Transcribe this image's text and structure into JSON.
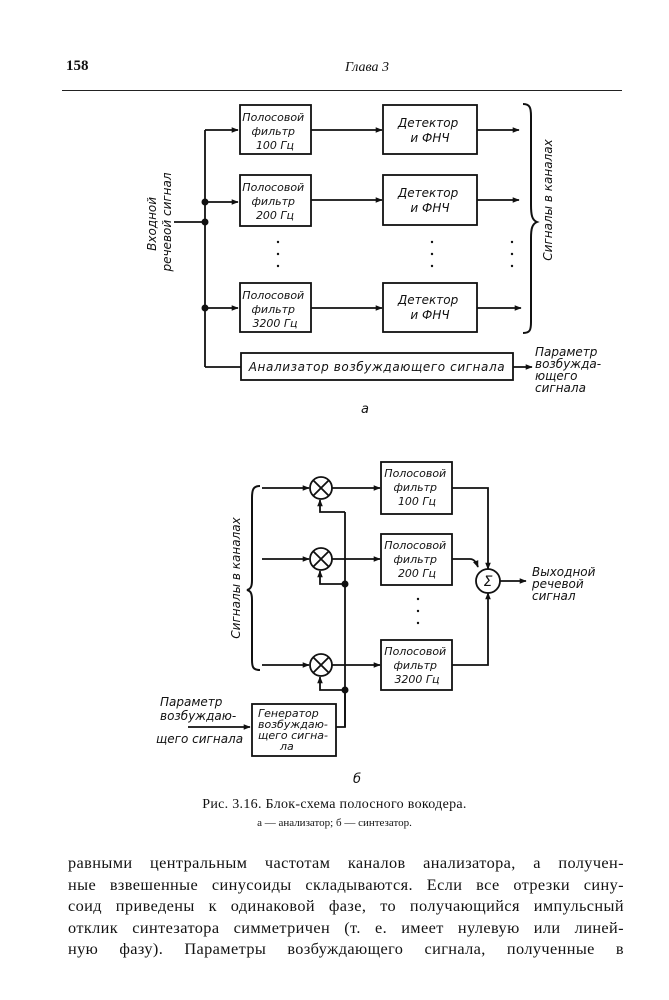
{
  "page_header": {
    "page_number": "158",
    "chapter": "Глава 3"
  },
  "diagram_a": {
    "sublabel": "а",
    "input_label": [
      "Входной",
      "речевой сигнал"
    ],
    "bandpass_filters": [
      {
        "lines": [
          "Полосовой",
          "фильтр",
          "100 Гц"
        ]
      },
      {
        "lines": [
          "Полосовой",
          "фильтр",
          "200 Гц"
        ]
      },
      {
        "lines": [
          "Полосовой",
          "фильтр",
          "3200 Гц"
        ]
      }
    ],
    "detectors": [
      {
        "lines": [
          "Детектор",
          "и ФНЧ"
        ]
      },
      {
        "lines": [
          "Детектор",
          "и ФНЧ"
        ]
      },
      {
        "lines": [
          "Детектор",
          "и ФНЧ"
        ]
      }
    ],
    "excitation_analyzer": "Анализатор возбуждающего сигнала",
    "output_param_label": [
      "Параметр",
      "возбужда-",
      "ющего",
      "сигнала"
    ],
    "channel_signals_label": "Сигналы в каналах"
  },
  "diagram_b": {
    "sublabel": "б",
    "channel_signals_label": "Сигналы в каналах",
    "bandpass_filters": [
      {
        "lines": [
          "Полосовой",
          "фильтр",
          "100 Гц"
        ]
      },
      {
        "lines": [
          "Полосовой",
          "фильтр",
          "200 Гц"
        ]
      },
      {
        "lines": [
          "Полосовой",
          "фильтр",
          "3200 Гц"
        ]
      }
    ],
    "summer_symbol": "Σ",
    "output_label": [
      "Выходной",
      "речевой",
      "сигнал"
    ],
    "input_param_label": [
      "Параметр",
      "возбуждаю-",
      "щего сигнала"
    ],
    "generator": [
      "Генератор",
      "возбуждаю-",
      "щего сигна-",
      "ла"
    ]
  },
  "figure_caption": {
    "title": "Рис. 3.16. Блок-схема полосного вокодера.",
    "subtitle": "а — анализатор; б — синтезатор."
  },
  "body_text": [
    "равными центральным частотам каналов анализатора, а получен-",
    "ные взвешенные синусоиды складываются. Если все отрезки сину-",
    "соид приведены к одинаковой фазе, то получающийся импульсный",
    "отклик синтезатора симметричен (т. е. имеет нулевую или линей-",
    "ную фазу). Параметры возбуждающего сигнала, полученные в"
  ]
}
